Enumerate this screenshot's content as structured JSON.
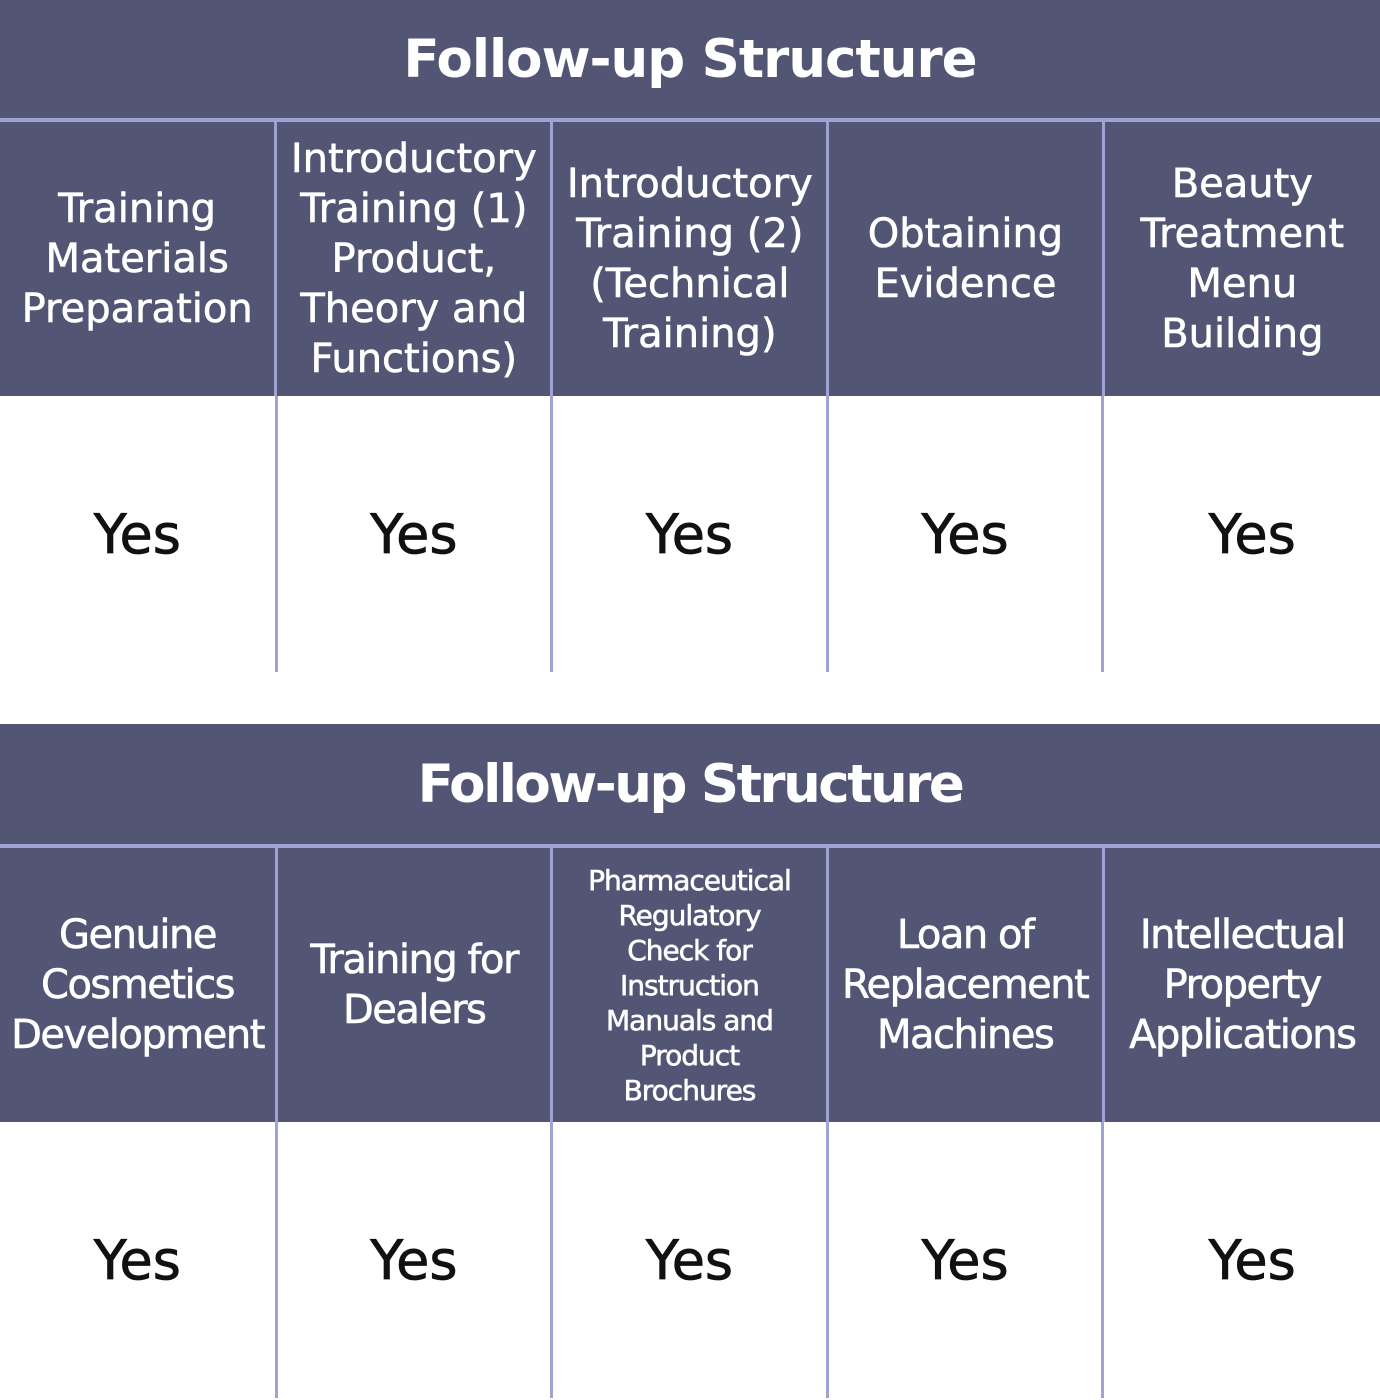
{
  "tables": [
    {
      "title": "Follow-up Structure",
      "headers": [
        "Training Materials Preparation",
        "Introductory Training (1) Product, Theory and Functions)",
        "Introductory Training (2) (Technical Training)",
        "Obtaining Evidence",
        "Beauty Treatment Menu Building"
      ],
      "values": [
        "Yes",
        "Yes",
        "Yes",
        "Yes",
        "Yes"
      ]
    },
    {
      "title": "Follow-up Structure",
      "headers": [
        "Genuine Cosmetics Development",
        "Training for Dealers",
        "Pharmaceutical Regulatory Check for Instruction Manuals and Product Brochures",
        "Loan of Replacement Machines",
        "Intellectual Property Applications"
      ],
      "values": [
        "Yes",
        "Yes",
        "Yes",
        "Yes",
        "Yes"
      ]
    }
  ],
  "colors": {
    "header_bg": "#525674",
    "divider": "#9ea3d3",
    "header_text": "#ffffff",
    "value_text": "#111111"
  }
}
